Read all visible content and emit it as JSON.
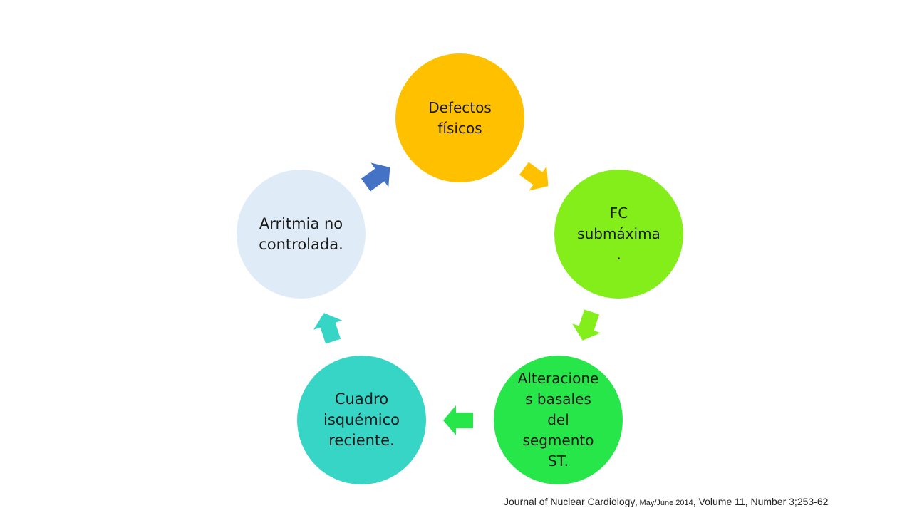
{
  "diagram": {
    "nodes": [
      {
        "label": "Defectos\nfísicos",
        "color": "#FFC000"
      },
      {
        "label": "FC\nsubmáxima\n.",
        "color": "#84EE1A"
      },
      {
        "label": "Alteracione\ns basales\ndel\nsegmento\nST.",
        "color": "#27E64A"
      },
      {
        "label": "Cuadro\nisquémico\nreciente.",
        "color": "#36D5C6"
      },
      {
        "label": "Arritmia no\ncontrolada.",
        "color": "#DFEBF7"
      }
    ],
    "arrows": [
      {
        "from": 1,
        "to": 2,
        "color": "#FFC000"
      },
      {
        "from": 2,
        "to": 3,
        "color": "#84EE1A"
      },
      {
        "from": 3,
        "to": 4,
        "color": "#27E64A"
      },
      {
        "from": 4,
        "to": 5,
        "color": "#36D5C6"
      },
      {
        "from": 5,
        "to": 1,
        "color": "#4472C4"
      }
    ],
    "text_color": "#1a1a1a"
  },
  "citation": {
    "journal": "Journal of Nuclear Cardiology",
    "date": ", May/June 2014",
    "rest": ", Volume 11, Number 3;253-62"
  }
}
